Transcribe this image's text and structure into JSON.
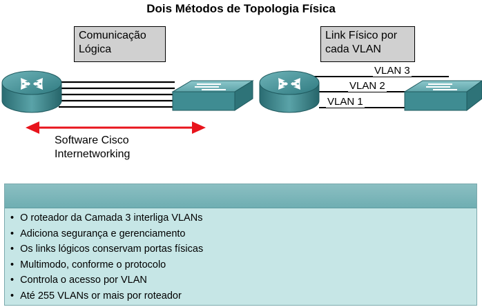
{
  "title": "Dois Métodos de Topologia Física",
  "left": {
    "label_lines": [
      "Comunicação",
      "Lógica"
    ],
    "software_lines": [
      "Software Cisco",
      "Internetworking"
    ]
  },
  "right": {
    "label_lines": [
      "Link Físico por",
      "cada VLAN"
    ],
    "vlans": [
      "VLAN 3",
      "VLAN 2",
      "VLAN 1"
    ]
  },
  "bullets": [
    "O roteador da Camada 3 interliga VLANs",
    "Adiciona segurança e gerenciamento",
    "Os links lógicos conservam portas físicas",
    "Multimodo, conforme o protocolo",
    "Controla o acesso por VLAN",
    "Até 255 VLANs or mais por roteador"
  ],
  "colors": {
    "arrow": "#e8141c",
    "device": "#3f8c92",
    "panel": "#c6e6e6",
    "panel_header": "#7fb8bb"
  },
  "icons": [
    "router-icon",
    "switch-icon",
    "double-arrow-icon"
  ]
}
